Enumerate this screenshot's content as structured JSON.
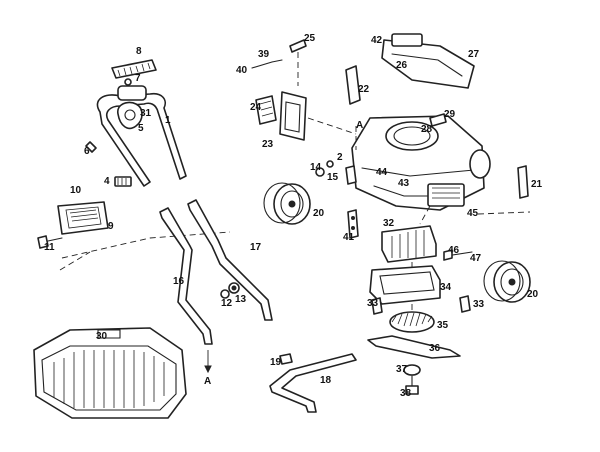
{
  "part_numbers": [
    "1",
    "4",
    "5",
    "6",
    "7",
    "8",
    "9",
    "10",
    "11",
    "12",
    "13",
    "14",
    "15",
    "16",
    "17",
    "18",
    "19",
    "2",
    "20",
    "20",
    "21",
    "22",
    "23",
    "24",
    "25",
    "26",
    "27",
    "28",
    "29",
    "30",
    "31",
    "32",
    "33",
    "33",
    "34",
    "35",
    "36",
    "37",
    "38",
    "39",
    "40",
    "41",
    "42",
    "43",
    "44",
    "45",
    "46",
    "47"
  ],
  "markers": [
    "A",
    "A"
  ],
  "colors": {
    "ink": "#222222",
    "paper": "#ffffff"
  }
}
